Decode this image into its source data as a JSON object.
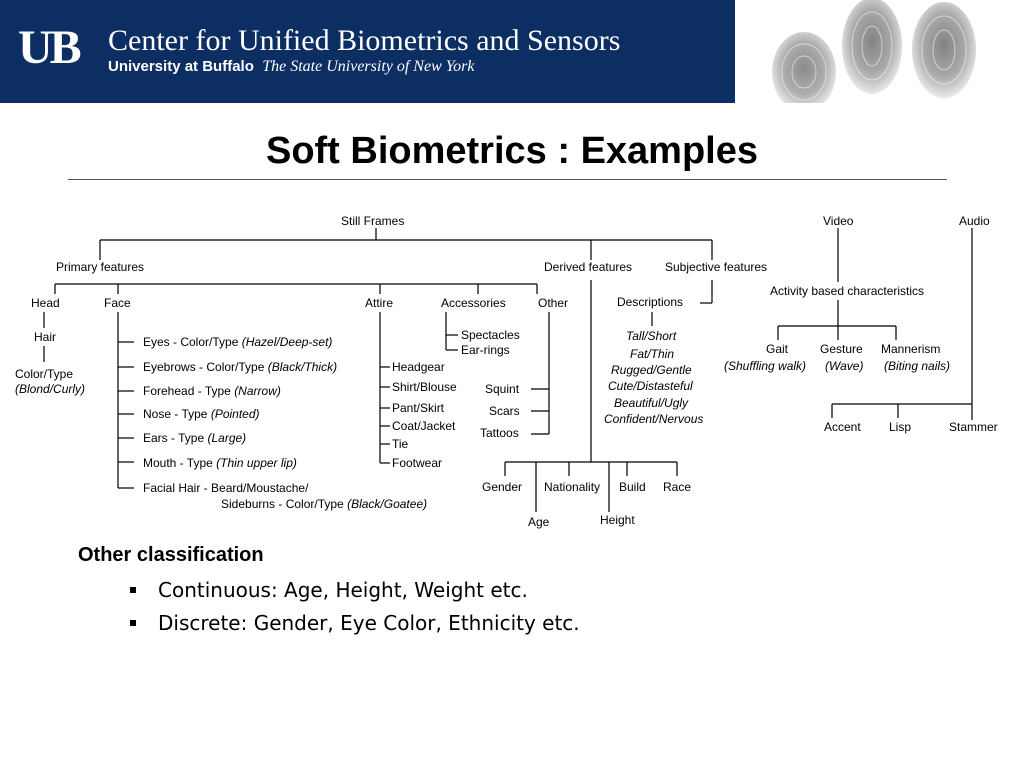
{
  "header": {
    "logo_text": "UB",
    "org_name": "Center for Unified Biometrics and Sensors",
    "university_bold": "University at Buffalo",
    "university_italic": "The State University of New York"
  },
  "title": "Soft Biometrics : Examples",
  "diagram": {
    "still_frames": "Still Frames",
    "video": "Video",
    "audio": "Audio",
    "primary_features": "Primary features",
    "derived_features": "Derived features",
    "subjective_features": "Subjective features",
    "head": "Head",
    "face": "Face",
    "attire": "Attire",
    "accessories": "Accessories",
    "other": "Other",
    "descriptions": "Descriptions",
    "hair": "Hair",
    "hair_color": "Color/Type",
    "hair_color_ex": "(Blond/Curly)",
    "face_items": [
      {
        "label": "Eyes - Color/Type",
        "example": "(Hazel/Deep-set)"
      },
      {
        "label": "Eyebrows - Color/Type",
        "example": "(Black/Thick)"
      },
      {
        "label": "Forehead - Type",
        "example": "(Narrow)"
      },
      {
        "label": "Nose - Type",
        "example": "(Pointed)"
      },
      {
        "label": "Ears - Type",
        "example": "(Large)"
      },
      {
        "label": "Mouth - Type",
        "example": "(Thin upper lip)"
      },
      {
        "label": "Facial Hair - Beard/Moustache/",
        "example": ""
      }
    ],
    "facial_hair_line2": "Sideburns - Color/Type",
    "facial_hair_ex": "(Black/Goatee)",
    "attire_items": [
      "Headgear",
      "Shirt/Blouse",
      "Pant/Skirt",
      "Coat/Jacket",
      "Tie",
      "Footwear"
    ],
    "accessory_items": [
      "Spectacles",
      "Ear-rings"
    ],
    "other_items": [
      "Squint",
      "Scars",
      "Tattoos"
    ],
    "description_items": [
      "Tall/Short",
      "Fat/Thin",
      "Rugged/Gentle",
      "Cute/Distasteful",
      "Beautiful/Ugly",
      "Confident/Nervous"
    ],
    "derived_items": [
      "Gender",
      "Age",
      "Nationality",
      "Height",
      "Build",
      "Race"
    ],
    "activity": "Activity based characteristics",
    "activity_items": [
      {
        "label": "Gait",
        "example": "(Shuffling walk)"
      },
      {
        "label": "Gesture",
        "example": "(Wave)"
      },
      {
        "label": "Mannerism",
        "example": "(Biting nails)"
      }
    ],
    "audio_items": [
      "Accent",
      "Lisp",
      "Stammer"
    ]
  },
  "other_classification": {
    "heading": "Other classification",
    "bullets": [
      "Continuous: Age, Height, Weight etc.",
      "Discrete: Gender, Eye Color, Ethnicity etc."
    ]
  }
}
